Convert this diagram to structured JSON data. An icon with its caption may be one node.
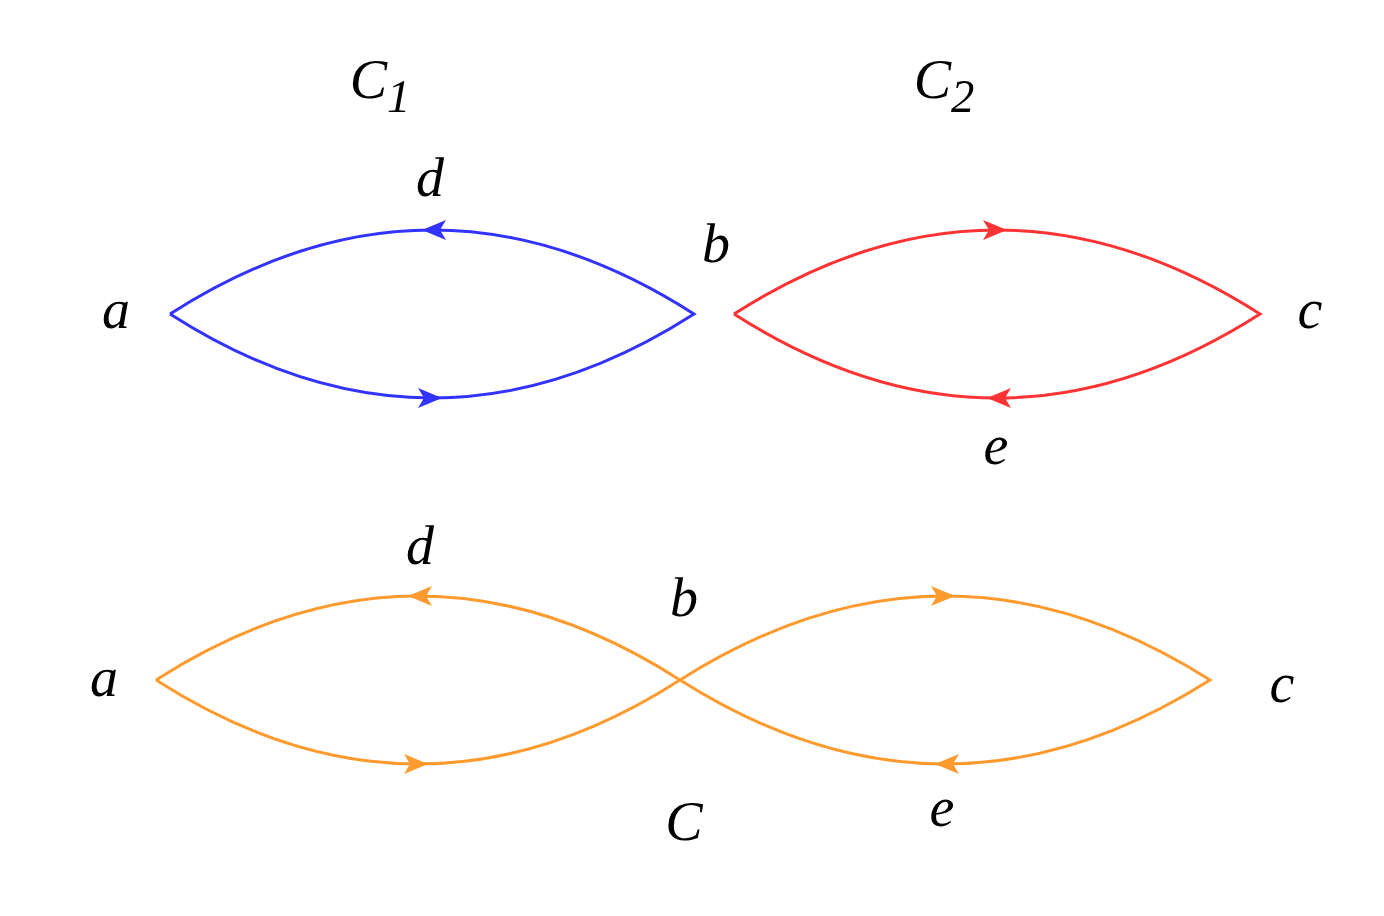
{
  "diagram": {
    "labels": [
      "C$_{1}$",
      "C$_{2}$",
      "d",
      "b",
      "a",
      "c",
      "e",
      "d",
      "b",
      "a",
      "c",
      "C",
      "e"
    ]
  }
}
